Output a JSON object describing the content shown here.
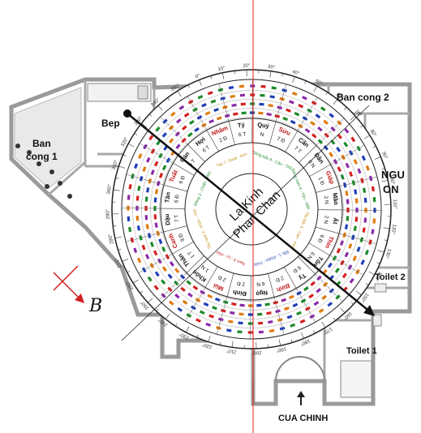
{
  "rooms": {
    "bep": "Bep",
    "ban_cong_1_line1": "Ban",
    "ban_cong_1_line2": "cong 1",
    "ban_cong_2": "Ban cong 2",
    "ngu_on_line1": "NGU",
    "ngu_on_line2": "ON",
    "toilet_1": "Toilet 1",
    "toilet_2": "Toilet 2",
    "cua_chinh": "CUA CHINH"
  },
  "compass": {
    "center_line1": "La Kinh",
    "center_line2": "Phan Chan",
    "direction_symbol": "B",
    "degree_labels": [
      "0°",
      "10°",
      "20°",
      "30°",
      "40°",
      "50°",
      "60°",
      "70°",
      "80°",
      "90°",
      "100°",
      "110°",
      "120°",
      "130°",
      "140°",
      "150°",
      "160°",
      "170°",
      "180°",
      "190°",
      "200°",
      "210°",
      "220°",
      "230°",
      "240°",
      "250°",
      "260°",
      "270°",
      "280°",
      "290°",
      "300°",
      "310°",
      "320°",
      "330°",
      "340°",
      "350°"
    ],
    "ring_colors": [
      "#d42020",
      "#1d8a2a",
      "#1f3fb5",
      "#e07a10",
      "#8a2aa8"
    ],
    "mountains": [
      {
        "name": "Nhâm",
        "sub": "2 Đ"
      },
      {
        "name": "Tý",
        "sub": "6 T"
      },
      {
        "name": "Quý",
        "sub": "N"
      },
      {
        "name": "Sửu",
        "sub": "7 Đ"
      },
      {
        "name": "Cấn",
        "sub": "7 T"
      },
      {
        "name": "Dần",
        "sub": "9 N"
      },
      {
        "name": "Giáp",
        "sub": "1 Đ"
      },
      {
        "name": "Mão",
        "sub": "2 N"
      },
      {
        "name": "Ất",
        "sub": "2 N"
      },
      {
        "name": "Thìn",
        "sub": "6 Đ"
      },
      {
        "name": "Tốn",
        "sub": "6 N"
      },
      {
        "name": "Tỵ",
        "sub": "6 Đ"
      },
      {
        "name": "Bính",
        "sub": "2 Đ"
      },
      {
        "name": "Ngọ",
        "sub": "6 N"
      },
      {
        "name": "Đinh",
        "sub": "2 Đ"
      },
      {
        "name": "Mùi",
        "sub": "2 Đ"
      },
      {
        "name": "Khôn",
        "sub": "1 N"
      },
      {
        "name": "Thân",
        "sub": "1 T"
      },
      {
        "name": "Canh",
        "sub": "9 Đ"
      },
      {
        "name": "Dậu",
        "sub": "7 T"
      },
      {
        "name": "Tân",
        "sub": "6 Đ"
      },
      {
        "name": "Tuất",
        "sub": "6 Đ"
      },
      {
        "name": "Càn",
        "sub": "6 T"
      },
      {
        "name": "Hợi",
        "sub": "6 T"
      }
    ],
    "trigrams": [
      "Đông bắc 8 - Cấn - Thổ",
      "Đông nam 4 - Tốn - Mộc",
      "Tây bắc 6 - Càn - Kim",
      "Bắc 1 - Khảm - Thủy",
      "Nam 9 - Ly - Hỏa",
      "Tây nam 2 - Khôn - Thổ",
      "Đông 3 - Chấn - Mộc",
      "Tây 7 - Đoài - Kim"
    ]
  }
}
